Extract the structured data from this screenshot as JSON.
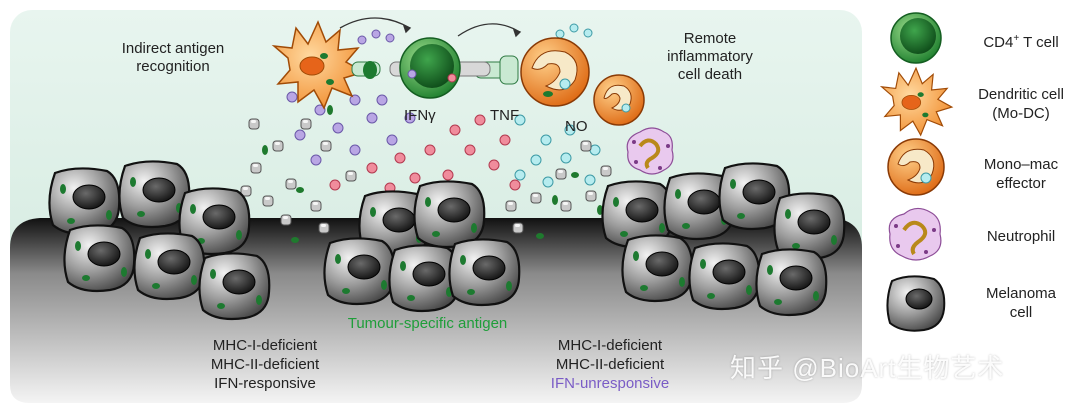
{
  "labels": {
    "indirect_line1": "Indirect antigen",
    "indirect_line2": "recognition",
    "remote_line1": "Remote",
    "remote_line2": "inflammatory",
    "remote_line3": "cell death",
    "ifn": "IFNγ",
    "tnf": "TNF",
    "no": "NO",
    "tumour_antigen": "Tumour-specific antigen",
    "left_mhc1": "MHC-I-deficient",
    "left_mhc2": "MHC-II-deficient",
    "left_ifn": "IFN-responsive",
    "right_mhc1": "MHC-I-deficient",
    "right_mhc2": "MHC-II-deficient",
    "right_ifn": "IFN-unresponsive"
  },
  "legend": {
    "cd4_main": "CD4",
    "cd4_sup": "+",
    "cd4_rest": " T cell",
    "dc_line1": "Dendritic cell",
    "dc_line2": "(Mo-DC)",
    "mono_line1": "Mono–mac",
    "mono_line2": "effector",
    "neutrophil": "Neutrophil",
    "melanoma_line1": "Melanoma",
    "melanoma_line2": "cell"
  },
  "watermark": "知乎 @BioArt生物艺术",
  "colors": {
    "panel_bg": "#dcefe6",
    "tcell": "#2e9e3e",
    "dc": "#f08a2a",
    "mono": "#e8731f",
    "neutrophil": "#e9c9ee",
    "melanoma": "#8c8c8c",
    "ifn_dot": "#b9a6e4",
    "tnf_dot": "#f08c9c",
    "no_dot": "#b6ecef",
    "antigen": "#1f7a2e",
    "accent_green": "#1f9e3a",
    "accent_purple": "#7a5cc6"
  }
}
